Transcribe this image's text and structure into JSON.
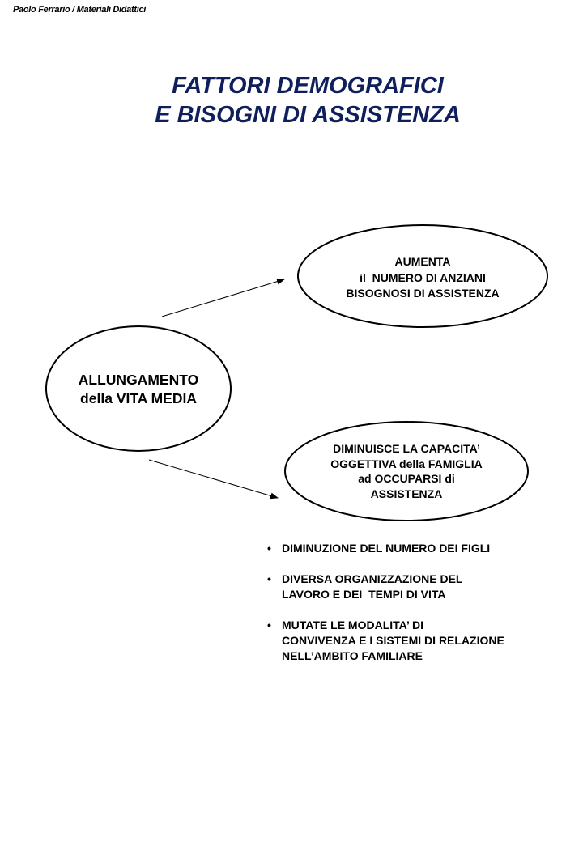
{
  "header": "Paolo Ferrario / Materiali Didattici",
  "title": [
    "FATTORI DEMOGRAFICI",
    "E BISOGNI DI ASSISTENZA"
  ],
  "colors": {
    "title": "#0f1f5c"
  },
  "diagram": {
    "center": [
      "ALLUNGAMENTO",
      "della VITA MEDIA"
    ],
    "top_effect": [
      "AUMENTA",
      "il  NUMERO DI ANZIANI",
      "BISOGNOSI DI ASSISTENZA"
    ],
    "bottom_effect": [
      "DIMINUISCE LA CAPACITA’",
      "OGGETTIVA della FAMIGLIA",
      "ad OCCUPARSI di",
      "ASSISTENZA"
    ]
  },
  "bullet_symbol": "•",
  "bullets": [
    [
      "DIMINUZIONE DEL NUMERO DEI FIGLI"
    ],
    [
      "DIVERSA ORGANIZZAZIONE DEL",
      "LAVORO E DEI  TEMPI DI VITA"
    ],
    [
      "MUTATE LE MODALITA’ DI",
      "CONVIVENZA E I SISTEMI DI RELAZIONE",
      "NELL’AMBITO FAMILIARE"
    ]
  ]
}
